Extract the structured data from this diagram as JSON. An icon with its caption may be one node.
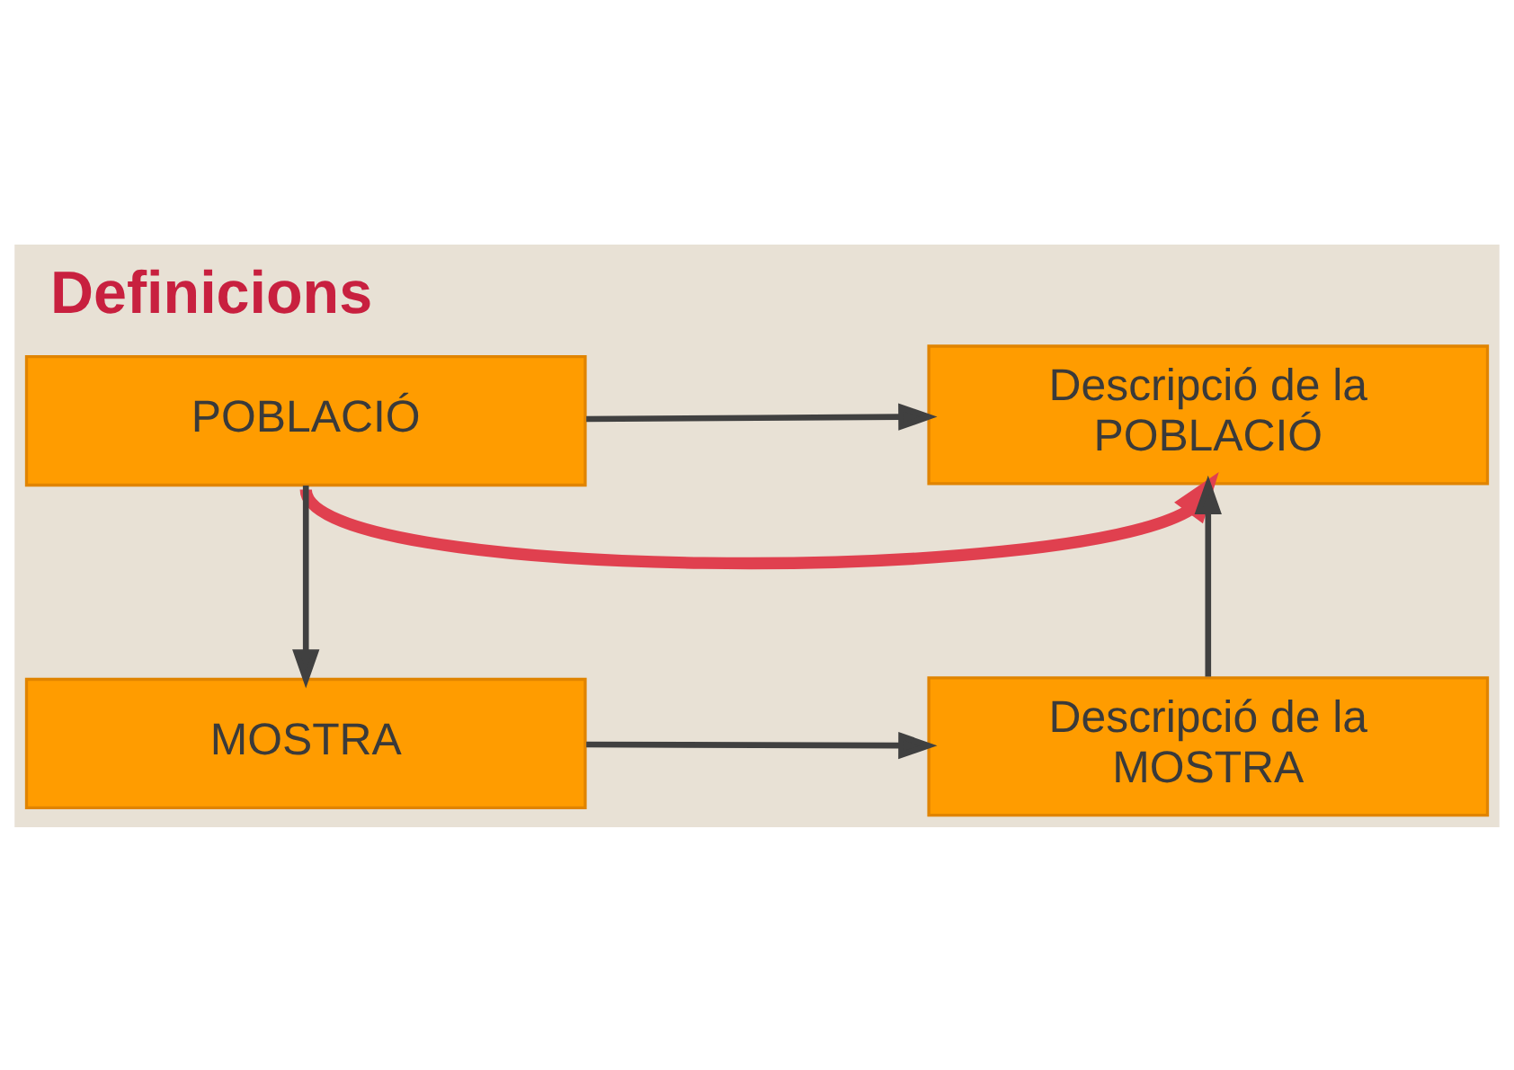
{
  "diagram": {
    "title": "Definicions",
    "nodes": [
      {
        "text": [
          "POBLACIÓ"
        ]
      },
      {
        "text": [
          "Descripció de la POBLACIÓ"
        ]
      },
      {
        "text": [
          "MOSTRA"
        ]
      },
      {
        "text": [
          "Descripció de la MOSTRA"
        ]
      }
    ],
    "edges": [
      {
        "from": 0,
        "to": 1,
        "arrow": "to"
      },
      {
        "from": 0,
        "to": 2,
        "arrow": "to"
      },
      {
        "from": 3,
        "to": 1,
        "arrow": "to"
      },
      {
        "from": 2,
        "to": 3,
        "arrow": "to"
      },
      {
        "from": 0,
        "to": 1,
        "arrow": "to",
        "style": "thick",
        "color": "#e0404f"
      }
    ]
  }
}
